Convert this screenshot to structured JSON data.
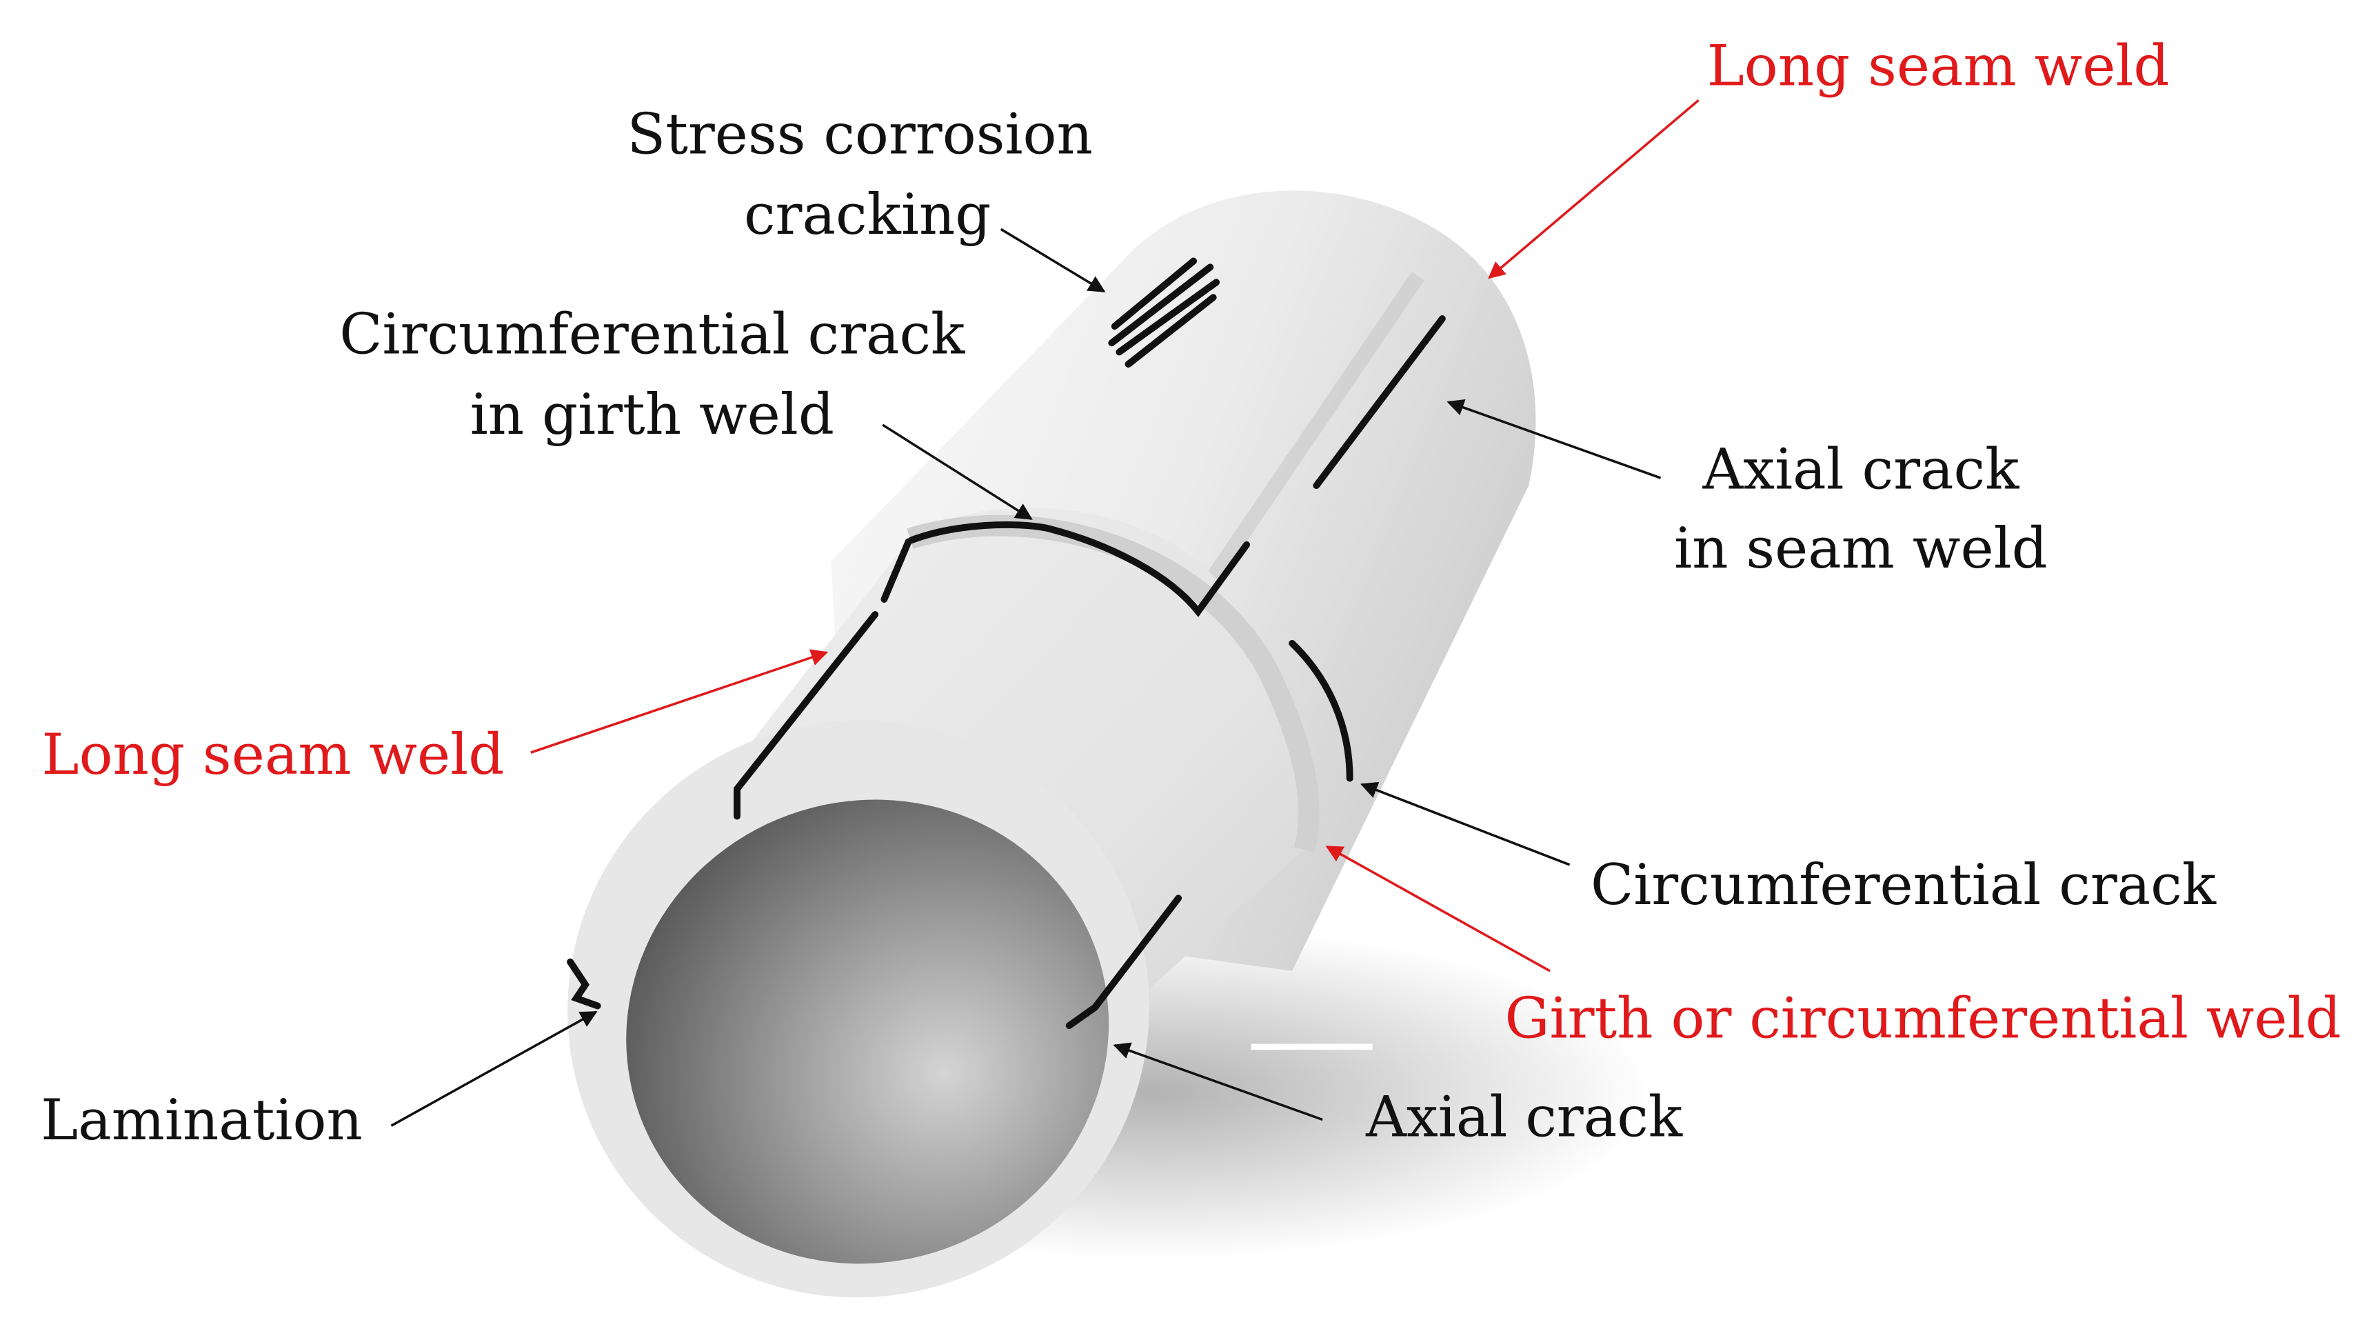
{
  "colors": {
    "callout_black": "#111111",
    "weld_red": "#e0191b",
    "pipe_light": "#efefef",
    "pipe_mid": "#dadada",
    "bore_dark": "#5a5a5a"
  },
  "labels": {
    "stress_corrosion_1": "Stress corrosion",
    "stress_corrosion_2": "cracking",
    "circ_girth_1": "Circumferential crack",
    "circ_girth_2": "in girth weld",
    "long_seam_top": "Long seam weld",
    "axial_seam_1": "Axial crack",
    "axial_seam_2": "in seam weld",
    "long_seam_left": "Long seam weld",
    "circ_crack": "Circumferential crack",
    "girth_weld": "Girth or circumferential weld",
    "lamination": "Lamination",
    "axial_crack": "Axial crack"
  }
}
